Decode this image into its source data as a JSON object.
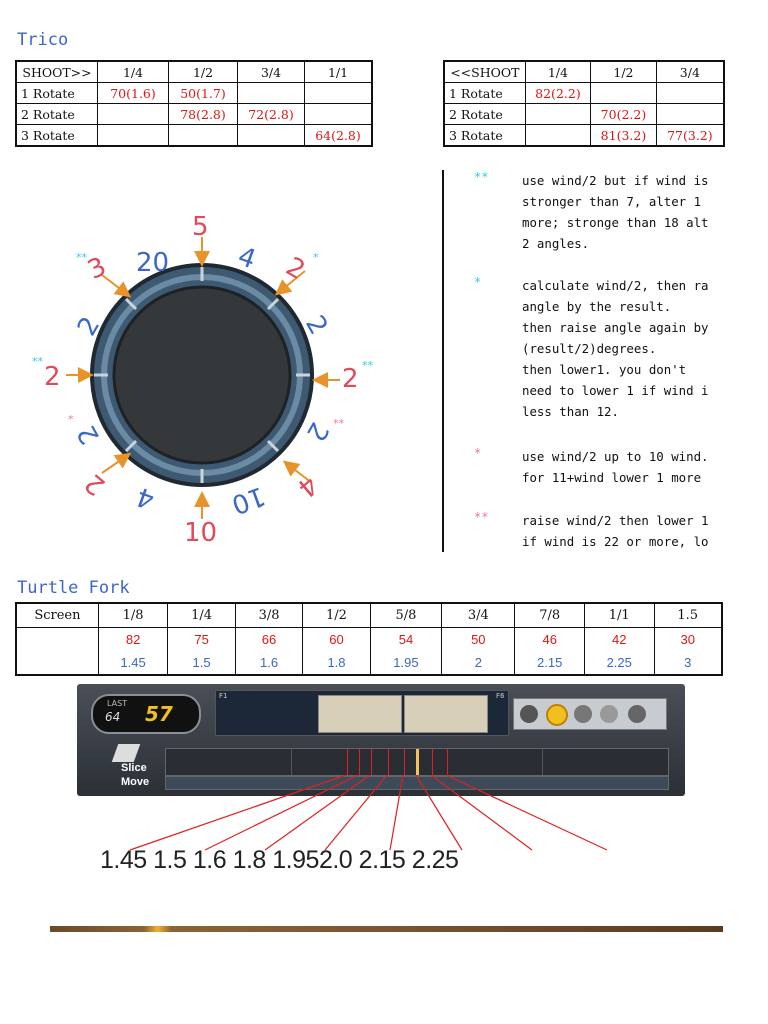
{
  "trico": {
    "title": "Trico",
    "left_table": {
      "header": [
        "SHOOT>>",
        "1/4",
        "1/2",
        "3/4",
        "1/1"
      ],
      "rows": [
        [
          "1 Rotate",
          "70(1.6)",
          "50(1.7)",
          "",
          ""
        ],
        [
          "2 Rotate",
          "",
          "78(2.8)",
          "72(2.8)",
          ""
        ],
        [
          "3 Rotate",
          "",
          "",
          "",
          "64(2.8)"
        ]
      ]
    },
    "right_table": {
      "header": [
        "<<SHOOT",
        "1/4",
        "1/2",
        "3/4"
      ],
      "rows": [
        [
          "1 Rotate",
          "82(2.2)",
          "",
          ""
        ],
        [
          "2 Rotate",
          "",
          "70(2.2)",
          ""
        ],
        [
          "3 Rotate",
          "",
          "81(3.2)",
          "77(3.2)"
        ]
      ]
    },
    "dial_labels": {
      "top": "5",
      "top_left_20": "20",
      "top_right_4": "4",
      "left_top_3": "3",
      "right_top_2": "2",
      "left_upper_2": "2",
      "right_upper_2": "2",
      "left_mid_2": "2",
      "right_mid_2": "2",
      "left_lower_2": "2",
      "right_lower_2": "2",
      "bottom_left_2": "2",
      "bottom_right_4": "4",
      "bottom_left_4": "4",
      "bottom_right_10": "10",
      "bottom": "10"
    },
    "notes": [
      {
        "marker": "**",
        "marker_color": "#30c8e8",
        "text": "use wind/2 but if wind is\nstronger than 7, alter 1\nmore; stronge than 18 alt\n2 angles."
      },
      {
        "marker": "*",
        "marker_color": "#30c8e8",
        "text": "calculate wind/2, then ra\nangle by the result.\nthen raise angle again by\n(result/2)degrees.\nthen lower1. you don't\nneed to lower 1 if wind i\nless than 12."
      },
      {
        "marker": "*",
        "marker_color": "#f07a8a",
        "text": "use wind/2 up to 10 wind.\nfor 11+wind lower 1 more"
      },
      {
        "marker": "**",
        "marker_color": "#f07a8a",
        "text": "raise wind/2 then lower 1\nif wind is 22 or more, lo"
      }
    ]
  },
  "turtle_fork": {
    "title": "Turtle Fork",
    "header": [
      "Screen",
      "1/8",
      "1/4",
      "3/8",
      "1/2",
      "5/8",
      "3/4",
      "7/8",
      "1/1",
      "1.5"
    ],
    "angles": [
      "",
      "82",
      "75",
      "66",
      "60",
      "54",
      "50",
      "46",
      "42",
      "30"
    ],
    "powers": [
      "",
      "1.45",
      "1.5",
      "1.6",
      "1.8",
      "1.95",
      "2",
      "2.15",
      "2.25",
      "3"
    ]
  },
  "game_bar": {
    "last_label": "LAST",
    "last_value": "64",
    "angle_value": "57",
    "f1_label": "F1",
    "f6_label": "F6",
    "slice_label": "Slice",
    "move_label": "Move"
  },
  "power_scale": [
    "1.45",
    "1.5",
    "1.6",
    "1.8",
    "1.95",
    "2.0",
    "2.15",
    "2.25"
  ],
  "colors": {
    "heading_blue": "#3a67c9",
    "angle_red": "#e01515",
    "marker_line_red": "#e02020"
  }
}
